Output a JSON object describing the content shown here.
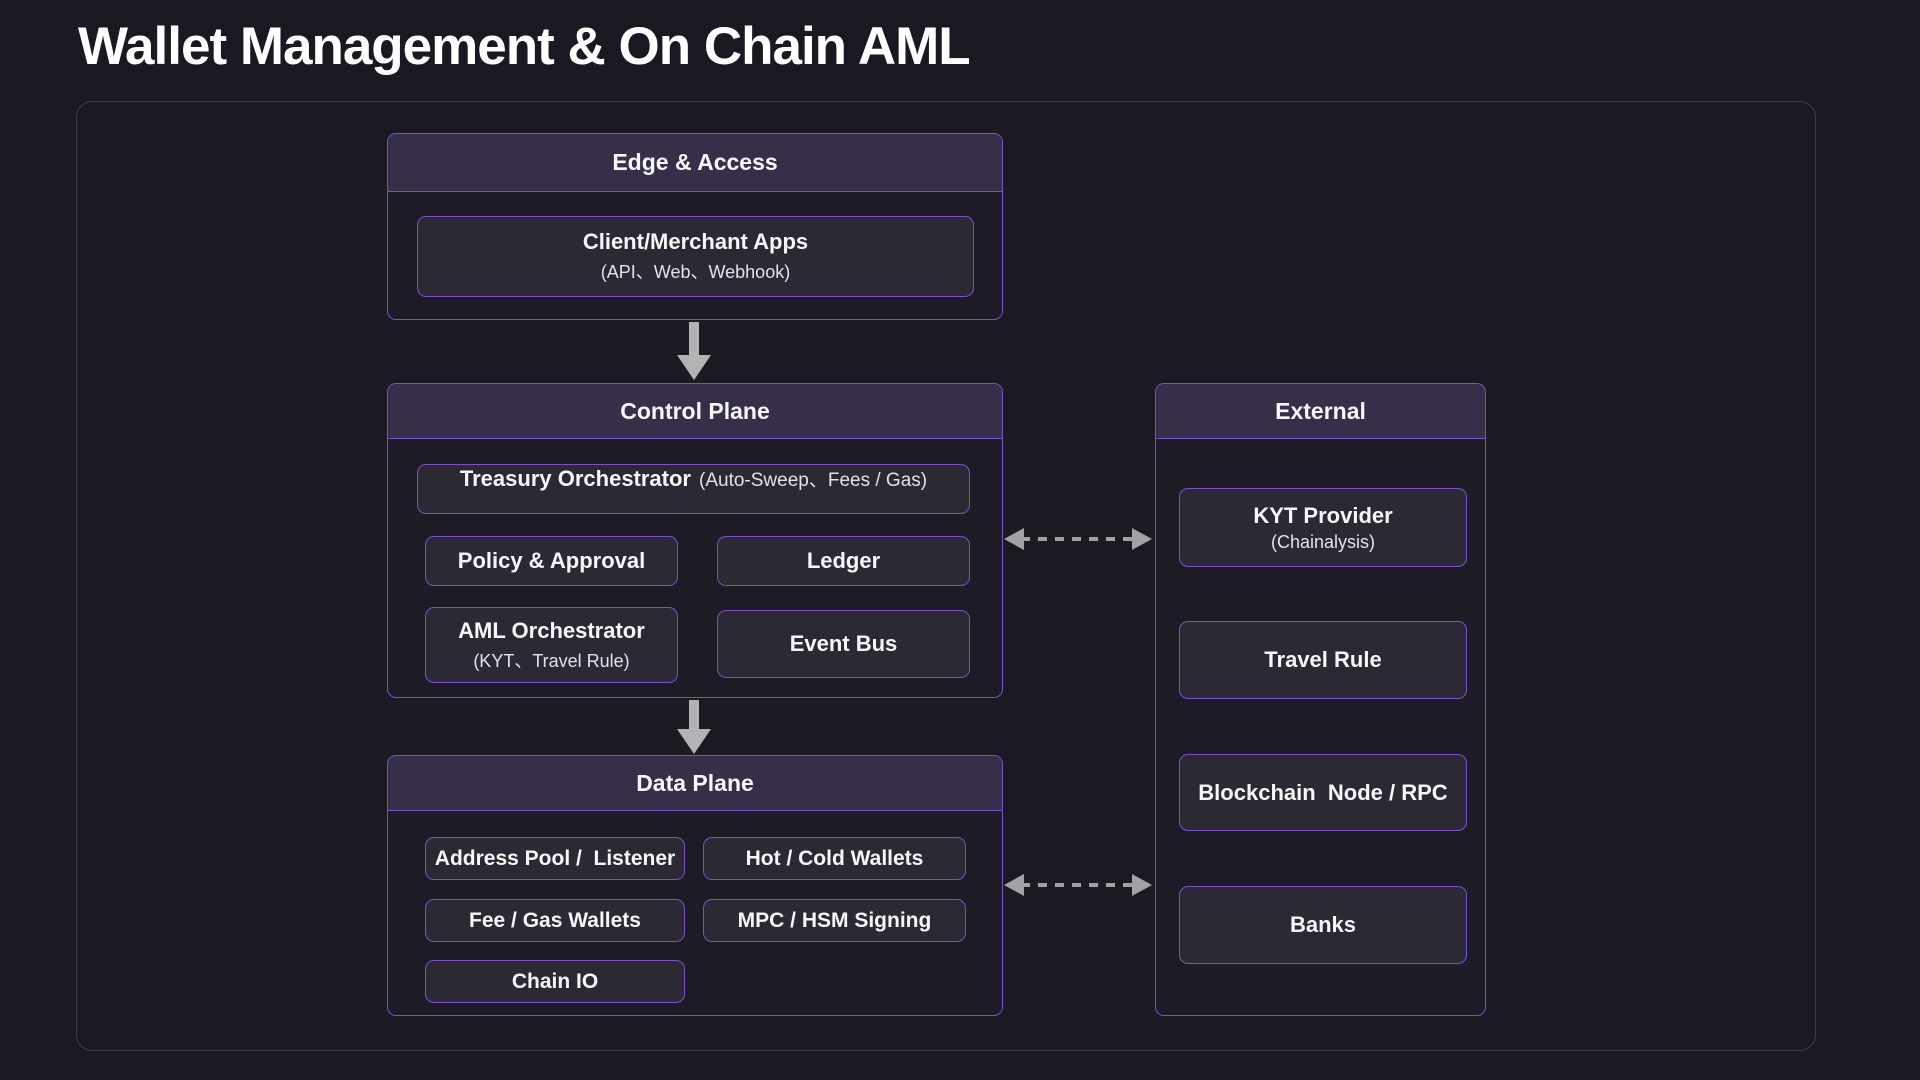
{
  "title": "Wallet Management & On Chain AML",
  "colors": {
    "canvas_bg": "#1a1921",
    "frame_border": "#3e3d45",
    "accent_purple": "#7a50cf",
    "section_header_bg": "#372f4a",
    "node_bg": "#2b2a34",
    "arrow_gray": "#b3b3b3"
  },
  "sections": {
    "edge": {
      "title": "Edge & Access",
      "client_apps": {
        "label": "Client/Merchant Apps",
        "sub": "(API、Web、Webhook)"
      }
    },
    "control": {
      "title": "Control Plane",
      "treasury": {
        "label": "Treasury Orchestrator",
        "sub": "(Auto-Sweep、Fees / Gas)"
      },
      "policy": {
        "label": "Policy & Approval"
      },
      "ledger": {
        "label": "Ledger"
      },
      "aml": {
        "label": "AML Orchestrator",
        "sub": "(KYT、Travel Rule)"
      },
      "event_bus": {
        "label": "Event Bus"
      }
    },
    "data": {
      "title": "Data Plane",
      "address_pool": {
        "label": "Address Pool /  Listener"
      },
      "hot_cold": {
        "label": "Hot / Cold Wallets"
      },
      "fee_gas": {
        "label": "Fee / Gas Wallets"
      },
      "mpc_hsm": {
        "label": "MPC / HSM Signing"
      },
      "chain_io": {
        "label": "Chain IO"
      }
    },
    "external": {
      "title": "External",
      "kyt": {
        "label": "KYT Provider",
        "sub": "(Chainalysis)"
      },
      "travel_rule": {
        "label": "Travel Rule"
      },
      "blockchain_node": {
        "label": "Blockchain  Node / RPC"
      },
      "banks": {
        "label": "Banks"
      }
    }
  }
}
